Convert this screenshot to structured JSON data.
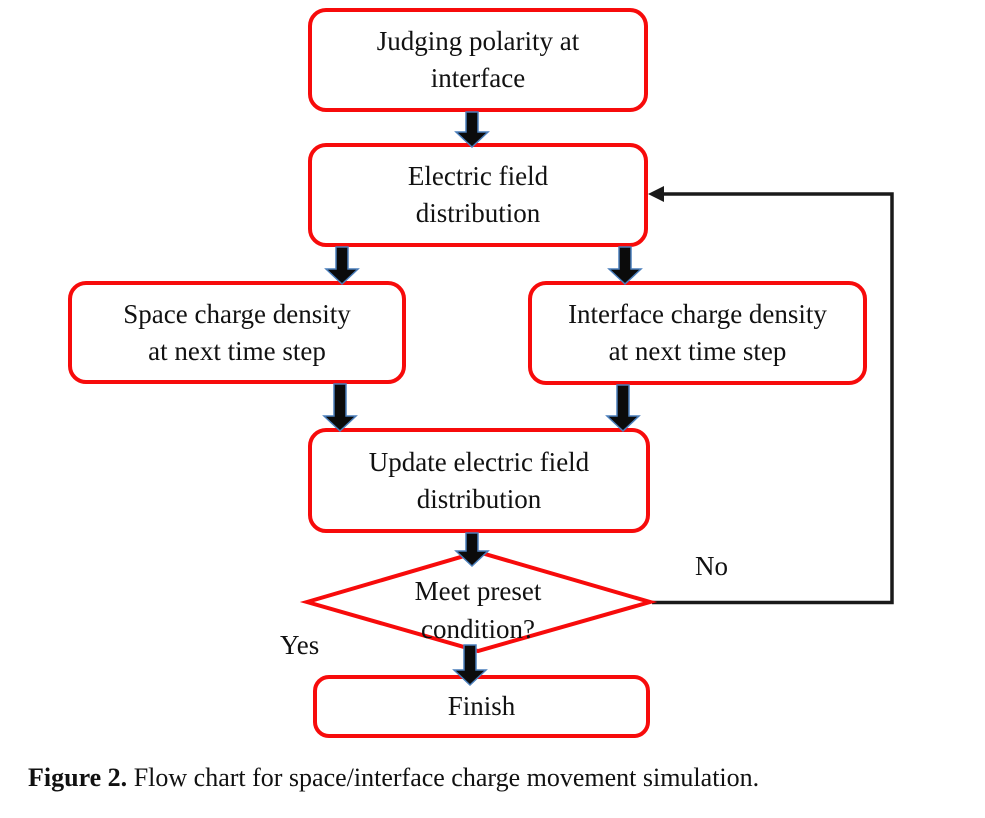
{
  "figure": {
    "caption_label": "Figure 2.",
    "caption_text": " Flow chart for space/interface charge movement simulation."
  },
  "flowchart": {
    "nodes": {
      "judging": {
        "label": "Judging polarity at\ninterface"
      },
      "field": {
        "label": "Electric field\ndistribution"
      },
      "space": {
        "label": "Space charge density\nat next time step"
      },
      "interface": {
        "label": "Interface charge density\nat next time step"
      },
      "update": {
        "label": "Update electric field\ndistribution"
      },
      "decision": {
        "label": "Meet preset\ncondition?"
      },
      "finish": {
        "label": "Finish"
      }
    },
    "edge_labels": {
      "yes": "Yes",
      "no": "No"
    },
    "colors": {
      "node_border": "#f70b0b",
      "arrow_fill": "#0b0b0b",
      "arrow_outline": "#4a7ebb",
      "loop_line": "#1a1a1a",
      "text": "#111111",
      "background": "#ffffff"
    }
  }
}
